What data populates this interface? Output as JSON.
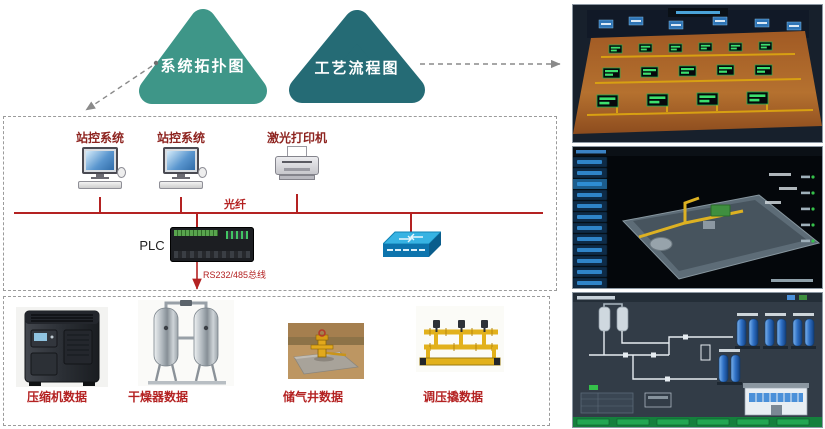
{
  "colors": {
    "accent_red": "#b42222",
    "banner_teal_light": "#3e9688",
    "banner_teal_dark": "#256b75"
  },
  "banners": {
    "topology": {
      "label": "系统拓扑图"
    },
    "process": {
      "label": "工艺流程图"
    }
  },
  "network": {
    "stations": [
      {
        "label": "站控系统"
      },
      {
        "label": "站控系统"
      }
    ],
    "printer": {
      "label": "激光打印机"
    },
    "fiber": {
      "label": "光纤"
    },
    "plc": {
      "label": "PLC"
    },
    "bus": {
      "label": "RS232/485总线"
    }
  },
  "equipment": {
    "items": [
      {
        "label": "压缩机数据"
      },
      {
        "label": "干燥器数据"
      },
      {
        "label": "储气井数据"
      },
      {
        "label": "调压撬数据"
      }
    ]
  },
  "screenshots": {
    "items": [
      {
        "name": "hmi-3d-wells-overview"
      },
      {
        "name": "hmi-3d-station-model"
      },
      {
        "name": "hmi-process-flow-screen"
      }
    ]
  }
}
